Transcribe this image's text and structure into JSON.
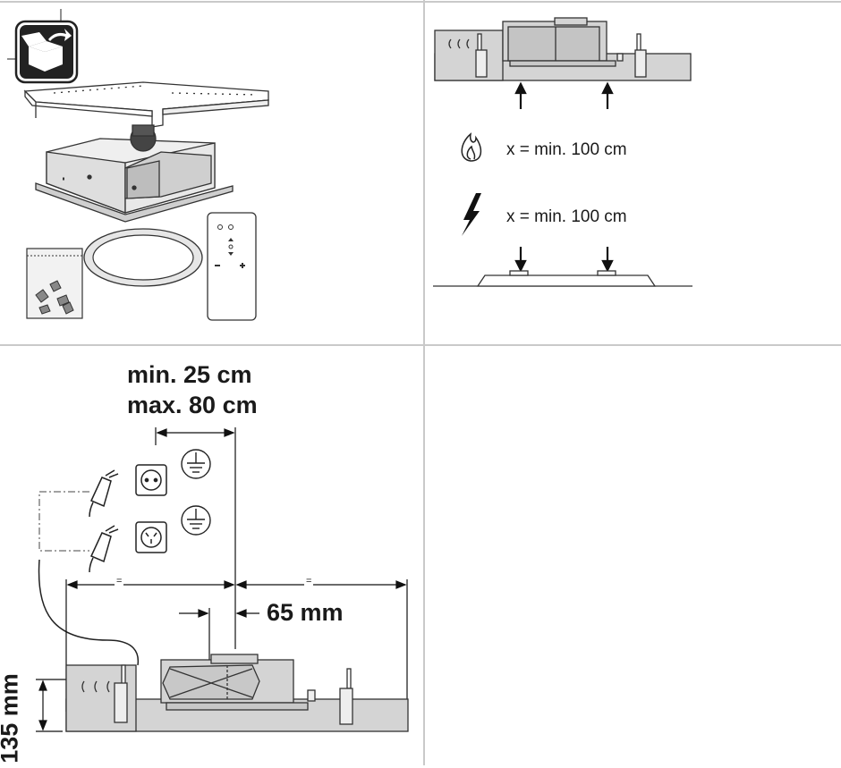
{
  "clearance": {
    "gas_label": "x = min. 100 cm",
    "electric_label": "x = min. 100 cm"
  },
  "installation": {
    "min_distance": "min. 25 cm",
    "max_distance": "max. 80 cm",
    "offset": "65 mm",
    "height": "135 mm",
    "equal_mark": "="
  },
  "icons": [
    "unpack-box-icon",
    "flame-icon",
    "lightning-icon",
    "schuko-socket-icon",
    "australian-socket-icon",
    "ground-symbol-icon",
    "plug-icon",
    "remote-control-icon",
    "screw-bag-icon"
  ]
}
